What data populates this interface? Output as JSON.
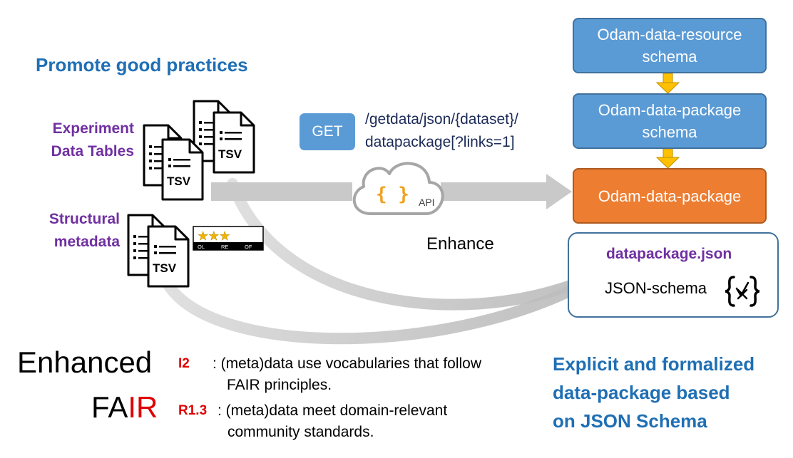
{
  "header": {
    "title": "Promote good practices"
  },
  "sources": {
    "experiment_label": [
      "Experiment",
      "Data Tables"
    ],
    "structural_label": [
      "Structural",
      "metadata"
    ],
    "file_badge": "TSV",
    "rating_badge": {
      "stars": 3,
      "labels": [
        "OL",
        "RE",
        "OF"
      ]
    }
  },
  "api": {
    "method": "GET",
    "endpoint_lines": [
      "/getdata/json/{dataset}/",
      "datapackage[?links=1]"
    ],
    "cloud_braces": "{ }",
    "cloud_label": "API",
    "action_label": "Enhance"
  },
  "schemas": {
    "resource_schema": [
      "Odam-data-resource",
      "schema"
    ],
    "package_schema": [
      "Odam-data-package",
      "schema"
    ],
    "package": "Odam-data-package"
  },
  "output": {
    "filename": "datapackage.json",
    "format": "JSON-schema"
  },
  "fair": {
    "heading_line1": "Enhanced",
    "heading_fa": "FA",
    "heading_ir": "IR",
    "principles": [
      {
        "code": "I2",
        "lines": [
          ": (meta)data use vocabularies that follow",
          "FAIR principles."
        ]
      },
      {
        "code": "R1.3",
        "lines": [
          ": (meta)data meet domain-relevant",
          "community standards."
        ]
      }
    ]
  },
  "conclusion": {
    "lines": [
      "Explicit and formalized",
      "data-package based",
      "on JSON Schema"
    ]
  },
  "colors": {
    "title_blue": "#1f6fb4",
    "label_purple": "#7030a0",
    "box_blue": "#5b9bd5",
    "box_orange": "#ed7d31",
    "connector_yellow": "#ffc000",
    "fair_red": "#e00000"
  }
}
